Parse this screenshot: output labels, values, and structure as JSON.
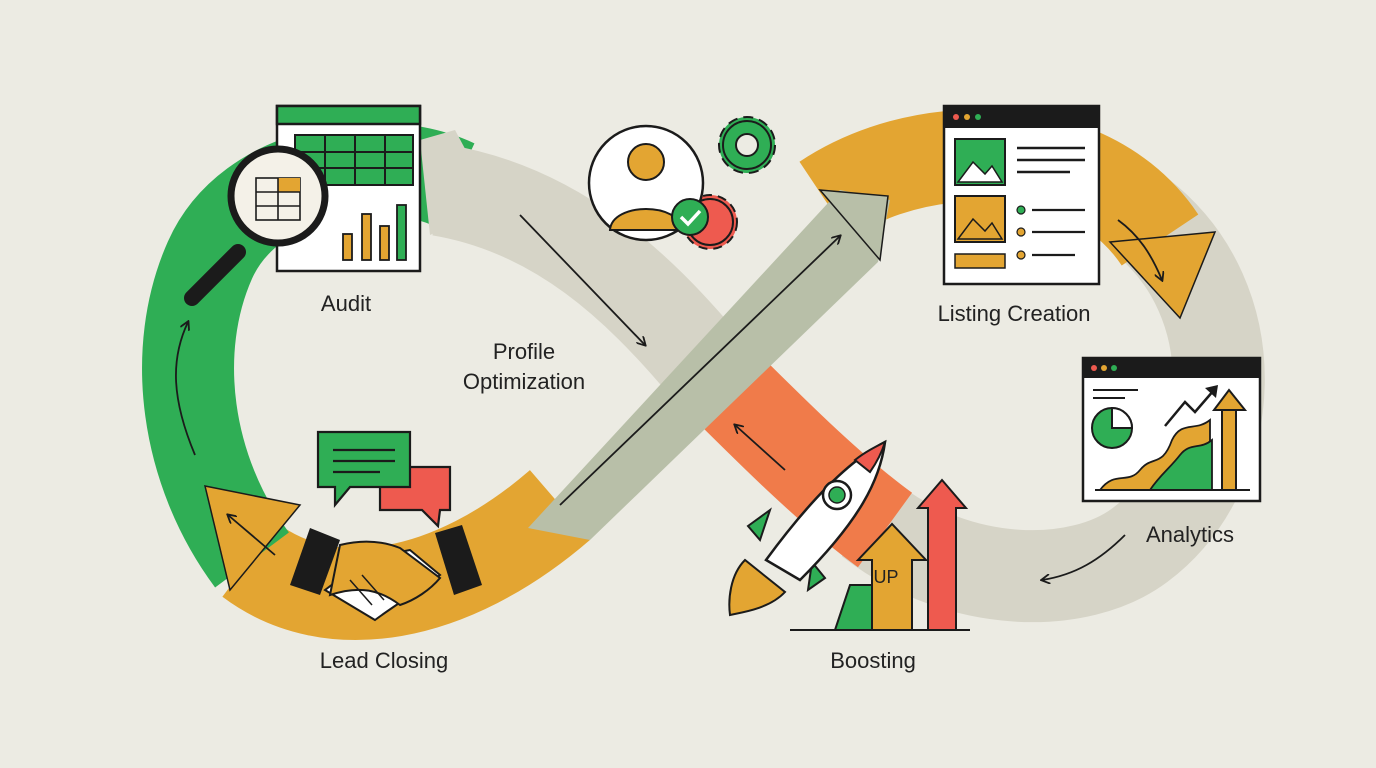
{
  "stages": {
    "audit": "Audit",
    "profile_line1": "Profile",
    "profile_line2": "Optimization",
    "listing": "Listing Creation",
    "analytics": "Analytics",
    "boosting": "Boosting",
    "lead": "Lead Closing"
  },
  "boost_badge": "UP",
  "icons": {
    "audit": "magnifier-spreadsheet-icon",
    "profile": "user-gear-icon",
    "listing": "browser-listing-icon",
    "analytics": "analytics-dashboard-icon",
    "boosting": "rocket-icon",
    "lead": "handshake-chat-icon"
  },
  "colors": {
    "background": "#ecebe3",
    "green": "#2fae55",
    "orange": "#e3a532",
    "red": "#ee5a4f",
    "coral": "#f07b4a",
    "sage": "#b8bfa8",
    "stone": "#d6d4c7",
    "ink": "#1b1b1b"
  }
}
